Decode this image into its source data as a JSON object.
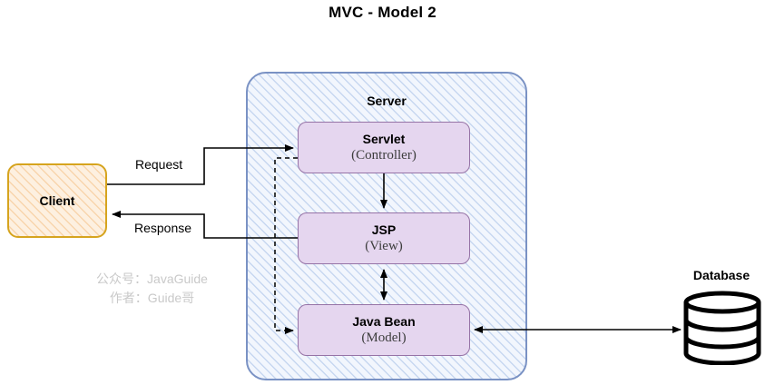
{
  "title": "MVC  - Model 2",
  "server": {
    "label": "Server",
    "border_color": "#7a92c4",
    "fill_color": "#f2f6fd",
    "components": [
      {
        "name": "servlet",
        "title": "Servlet",
        "subtitle": "(Controller)"
      },
      {
        "name": "jsp",
        "title": "JSP",
        "subtitle": "(View)"
      },
      {
        "name": "java-bean",
        "title": "Java Bean",
        "subtitle": "(Model)"
      }
    ],
    "component_border_color": "#9673a6",
    "component_fill_color": "#e5d6ef"
  },
  "client": {
    "label": "Client",
    "border_color": "#d6a41e",
    "fill_color": "#fdf0e0"
  },
  "database": {
    "label": "Database",
    "icon": "database-cylinder-icon"
  },
  "edges": [
    {
      "name": "request",
      "label": "Request",
      "from": "client",
      "to": "servlet",
      "style": "solid",
      "arrow": "single"
    },
    {
      "name": "response",
      "label": "Response",
      "from": "jsp",
      "to": "client",
      "style": "solid",
      "arrow": "single"
    },
    {
      "name": "servlet-to-jsp",
      "label": "",
      "from": "servlet",
      "to": "jsp",
      "style": "solid",
      "arrow": "single"
    },
    {
      "name": "jsp-to-java-bean",
      "label": "",
      "from": "jsp",
      "to": "java-bean",
      "style": "solid",
      "arrow": "double"
    },
    {
      "name": "servlet-to-java-bean",
      "label": "",
      "from": "servlet",
      "to": "java-bean",
      "style": "dashed",
      "arrow": "single"
    },
    {
      "name": "java-bean-to-database",
      "label": "",
      "from": "java-bean",
      "to": "database",
      "style": "solid",
      "arrow": "double"
    }
  ],
  "watermark": {
    "line1": "公众号：JavaGuide",
    "line2": "作者：Guide哥",
    "color": "#c9c9c9"
  }
}
